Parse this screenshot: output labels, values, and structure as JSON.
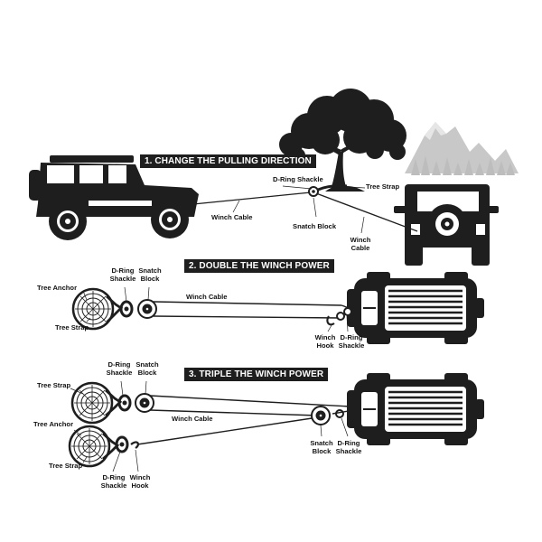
{
  "sections": [
    {
      "title": "1. CHANGE THE PULLING DIRECTION"
    },
    {
      "title": "2. DOUBLE THE WINCH POWER"
    },
    {
      "title": "3. TRIPLE THE WINCH POWER"
    }
  ],
  "labels": {
    "s1_dring": "D-Ring Shackle",
    "s1_tree_strap": "Tree Strap",
    "s1_winch_cable_left": "Winch Cable",
    "s1_snatch_block": "Snatch Block",
    "s1_winch_cable_right": "Winch\nCable",
    "s2_tree_anchor": "Tree Anchor",
    "s2_dring": "D-Ring\nShackle",
    "s2_snatch": "Snatch\nBlock",
    "s2_winch_cable": "Winch Cable",
    "s2_tree_strap": "Tree Strap",
    "s2_winch_hook": "Winch\nHook",
    "s2_dring_right": "D-Ring\nShackle",
    "s3_tree_strap_top": "Tree Strap",
    "s3_dring_top": "D-Ring\nShackle",
    "s3_snatch_top": "Snatch\nBlock",
    "s3_tree_anchor": "Tree Anchor",
    "s3_winch_cable": "Winch Cable",
    "s3_tree_strap_bottom": "Tree Strap",
    "s3_dring_bottom": "D-Ring\nShackle",
    "s3_winch_hook": "Winch\nHook",
    "s3_snatch_right": "Snatch\nBlock",
    "s3_dring_right": "D-Ring\nShackle"
  },
  "colors": {
    "ink": "#1e1e1e",
    "mountain": "#c8c8c8",
    "background": "#ffffff"
  }
}
